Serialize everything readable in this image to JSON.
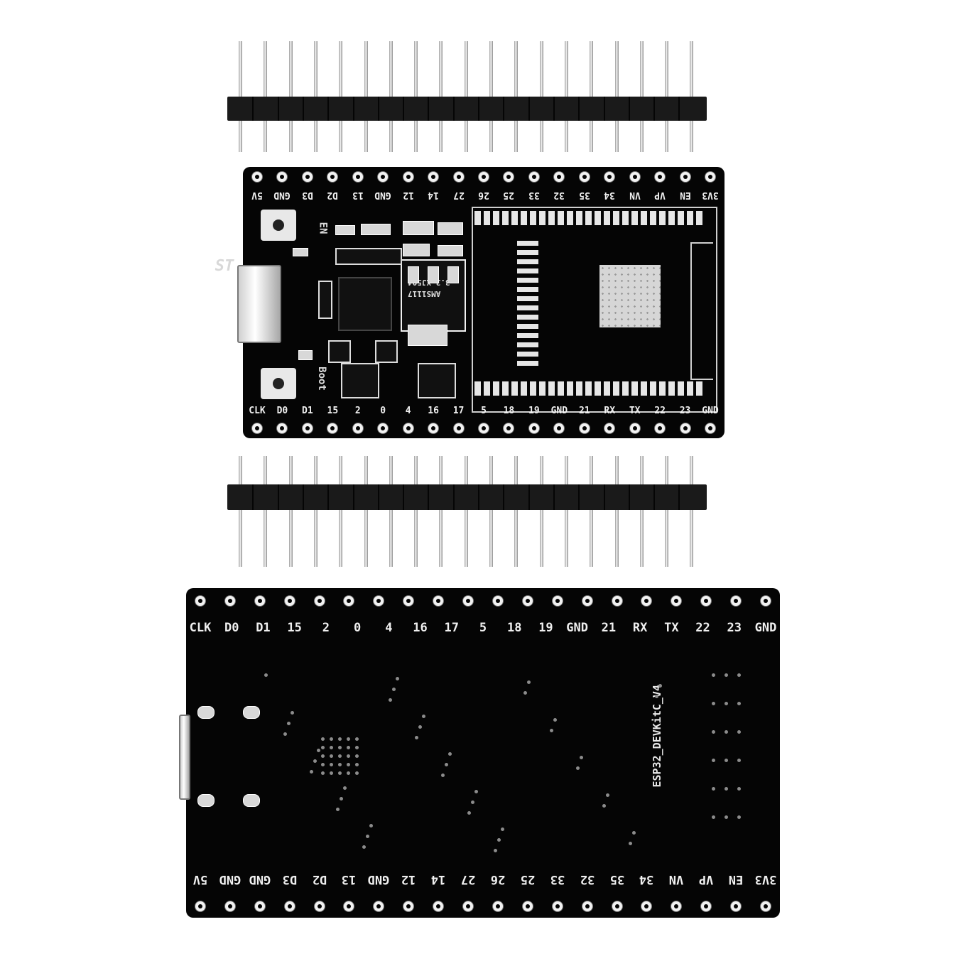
{
  "top_board": {
    "top_labels": [
      "5V",
      "GND",
      "D3",
      "D2",
      "13",
      "GND",
      "12",
      "14",
      "27",
      "26",
      "25",
      "33",
      "32",
      "35",
      "34",
      "VN",
      "VP",
      "EN",
      "3V3"
    ],
    "bottom_labels": [
      "CLK",
      "D0",
      "D1",
      "15",
      "2",
      "0",
      "4",
      "16",
      "17",
      "5",
      "18",
      "19",
      "GND",
      "21",
      "RX",
      "TX",
      "22",
      "23",
      "GND"
    ],
    "regulator_line1": "AMS1117",
    "regulator_line2": "3.3 XJ504",
    "en_label": "EN",
    "boot_label": "Boot",
    "watermark": "ST"
  },
  "bottom_board": {
    "top_labels": [
      "CLK",
      "D0",
      "D1",
      "15",
      "2",
      "0",
      "4",
      "16",
      "17",
      "5",
      "18",
      "19",
      "GND",
      "21",
      "RX",
      "TX",
      "22",
      "23",
      "GND"
    ],
    "bottom_labels": [
      "5V",
      "GND",
      "GND",
      "D3",
      "D2",
      "13",
      "GND",
      "12",
      "14",
      "27",
      "26",
      "25",
      "33",
      "32",
      "35",
      "34",
      "VN",
      "VP",
      "EN",
      "3V3"
    ],
    "model_text": "ESP32_DEVKitC_V4"
  },
  "colors": {
    "pcb": "#050505",
    "silkscreen": "#f0f0f0",
    "pin_metal": "#c8c8c8",
    "header_plastic": "#1a1a1a"
  }
}
